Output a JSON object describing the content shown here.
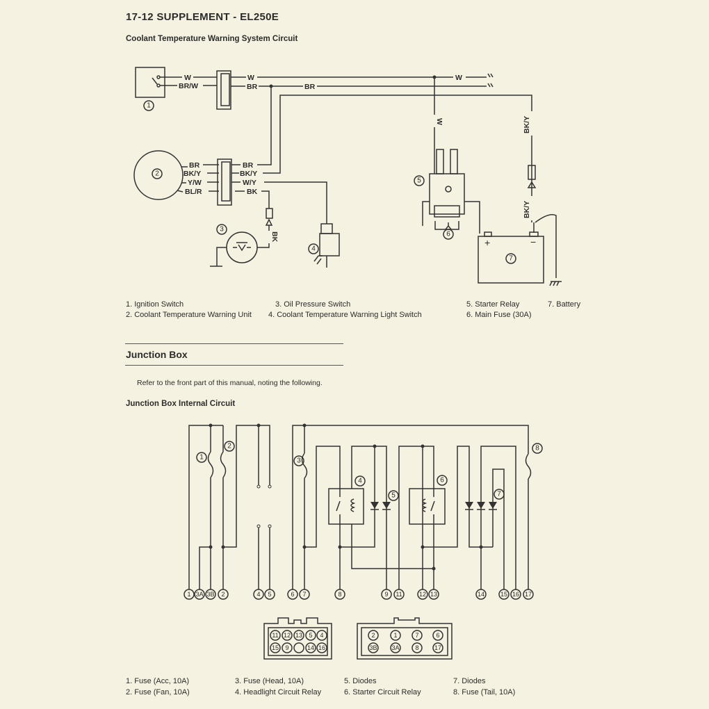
{
  "header": {
    "title": "17-12  SUPPLEMENT - EL250E",
    "subtitle": "Coolant Temperature Warning System Circuit"
  },
  "circuit1": {
    "wire_labels": {
      "w1": "W",
      "brw": "BR/W",
      "w2": "W",
      "br1": "BR",
      "br2": "BR",
      "w3": "W",
      "w_vert": "W",
      "bky_vert": "BK/Y",
      "bky_vert2": "BK/Y",
      "bk_vert": "BK",
      "u_br": "BR",
      "u_bky": "BK/Y",
      "u_yw": "Y/W",
      "u_blr": "BL/R",
      "c_br": "BR",
      "c_bky": "BK/Y",
      "c_wy": "W/Y",
      "c_bk": "BK"
    },
    "callouts": [
      "1",
      "2",
      "3",
      "4",
      "5",
      "6",
      "7"
    ],
    "battery_plus": "+",
    "battery_minus": "−",
    "legend": [
      "1. Ignition Switch",
      "2. Coolant Temperature Warning Unit",
      "3. Oil Pressure Switch",
      "4. Coolant Temperature Warning Light Switch",
      "5. Starter Relay",
      "6. Main Fuse (30A)",
      "7. Battery"
    ]
  },
  "junction_box": {
    "heading": "Junction Box",
    "intro": "Refer to the front part of this manual, noting the following.",
    "subheading": "Junction Box Internal Circuit",
    "callouts": [
      "1",
      "2",
      "3",
      "4",
      "5",
      "6",
      "7",
      "8"
    ],
    "terminals": [
      "1",
      "3A",
      "3B",
      "2",
      "4",
      "5",
      "6",
      "7",
      "8",
      "9",
      "11",
      "12",
      "13",
      "14",
      "15",
      "16",
      "17"
    ],
    "connector_left": {
      "row1": [
        "11",
        "12",
        "13",
        "5",
        "4"
      ],
      "row2": [
        "15",
        "9",
        "",
        "14",
        "16"
      ]
    },
    "connector_right": {
      "row1": [
        "2",
        "1",
        "7",
        "6"
      ],
      "row2": [
        "3B",
        "3A",
        "8",
        "17"
      ]
    },
    "legend": [
      "1. Fuse (Acc, 10A)",
      "2. Fuse (Fan, 10A)",
      "3. Fuse (Head, 10A)",
      "4. Headlight Circuit Relay",
      "5. Diodes",
      "6. Starter Circuit Relay",
      "7. Diodes",
      "8. Fuse (Tail, 10A)"
    ]
  },
  "colors": {
    "paper": "#f6f2e1",
    "ink": "#2b2b2b"
  }
}
